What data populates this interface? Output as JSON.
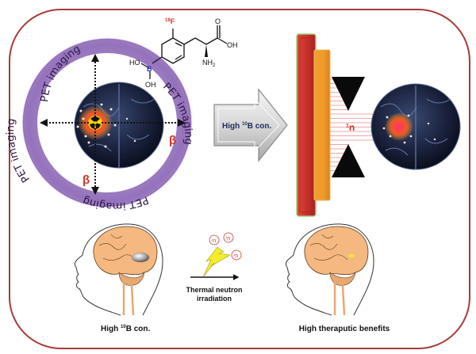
{
  "frame": {
    "border_color": "#a83a3a"
  },
  "pet_panel": {
    "ring_labels": [
      "PET imaging",
      "PET imaging",
      "PET imaging",
      "PET imaging"
    ],
    "beta_symbol": "β",
    "beta_color": "#d0352e",
    "ring_color": "#8a64b4",
    "tracer": {
      "isotope_sup": "18",
      "isotope_el": "F",
      "isotope_color": "#d0352e",
      "boron": "B",
      "boron_color": "#2c2cc8",
      "ho": "HO",
      "oh": "OH",
      "o": "O",
      "acid_oh": "OH",
      "amine": "NH",
      "amine_sub": "2"
    }
  },
  "transfer_arrow": {
    "text_pre": "High ",
    "text_sup": "10",
    "text_post": "B con."
  },
  "neutron_beam": {
    "label_sup": "1",
    "label_n": "n",
    "beam_color": "#e05050"
  },
  "bottom_panel": {
    "left_caption": {
      "pre": "High ",
      "sup": "10",
      "post": "B con."
    },
    "process": {
      "line1": "Thermal neutron",
      "line2": "irradiation",
      "neutron_sup": "1",
      "neutron_n": "n"
    },
    "right_caption": "High theraputic benefits"
  }
}
